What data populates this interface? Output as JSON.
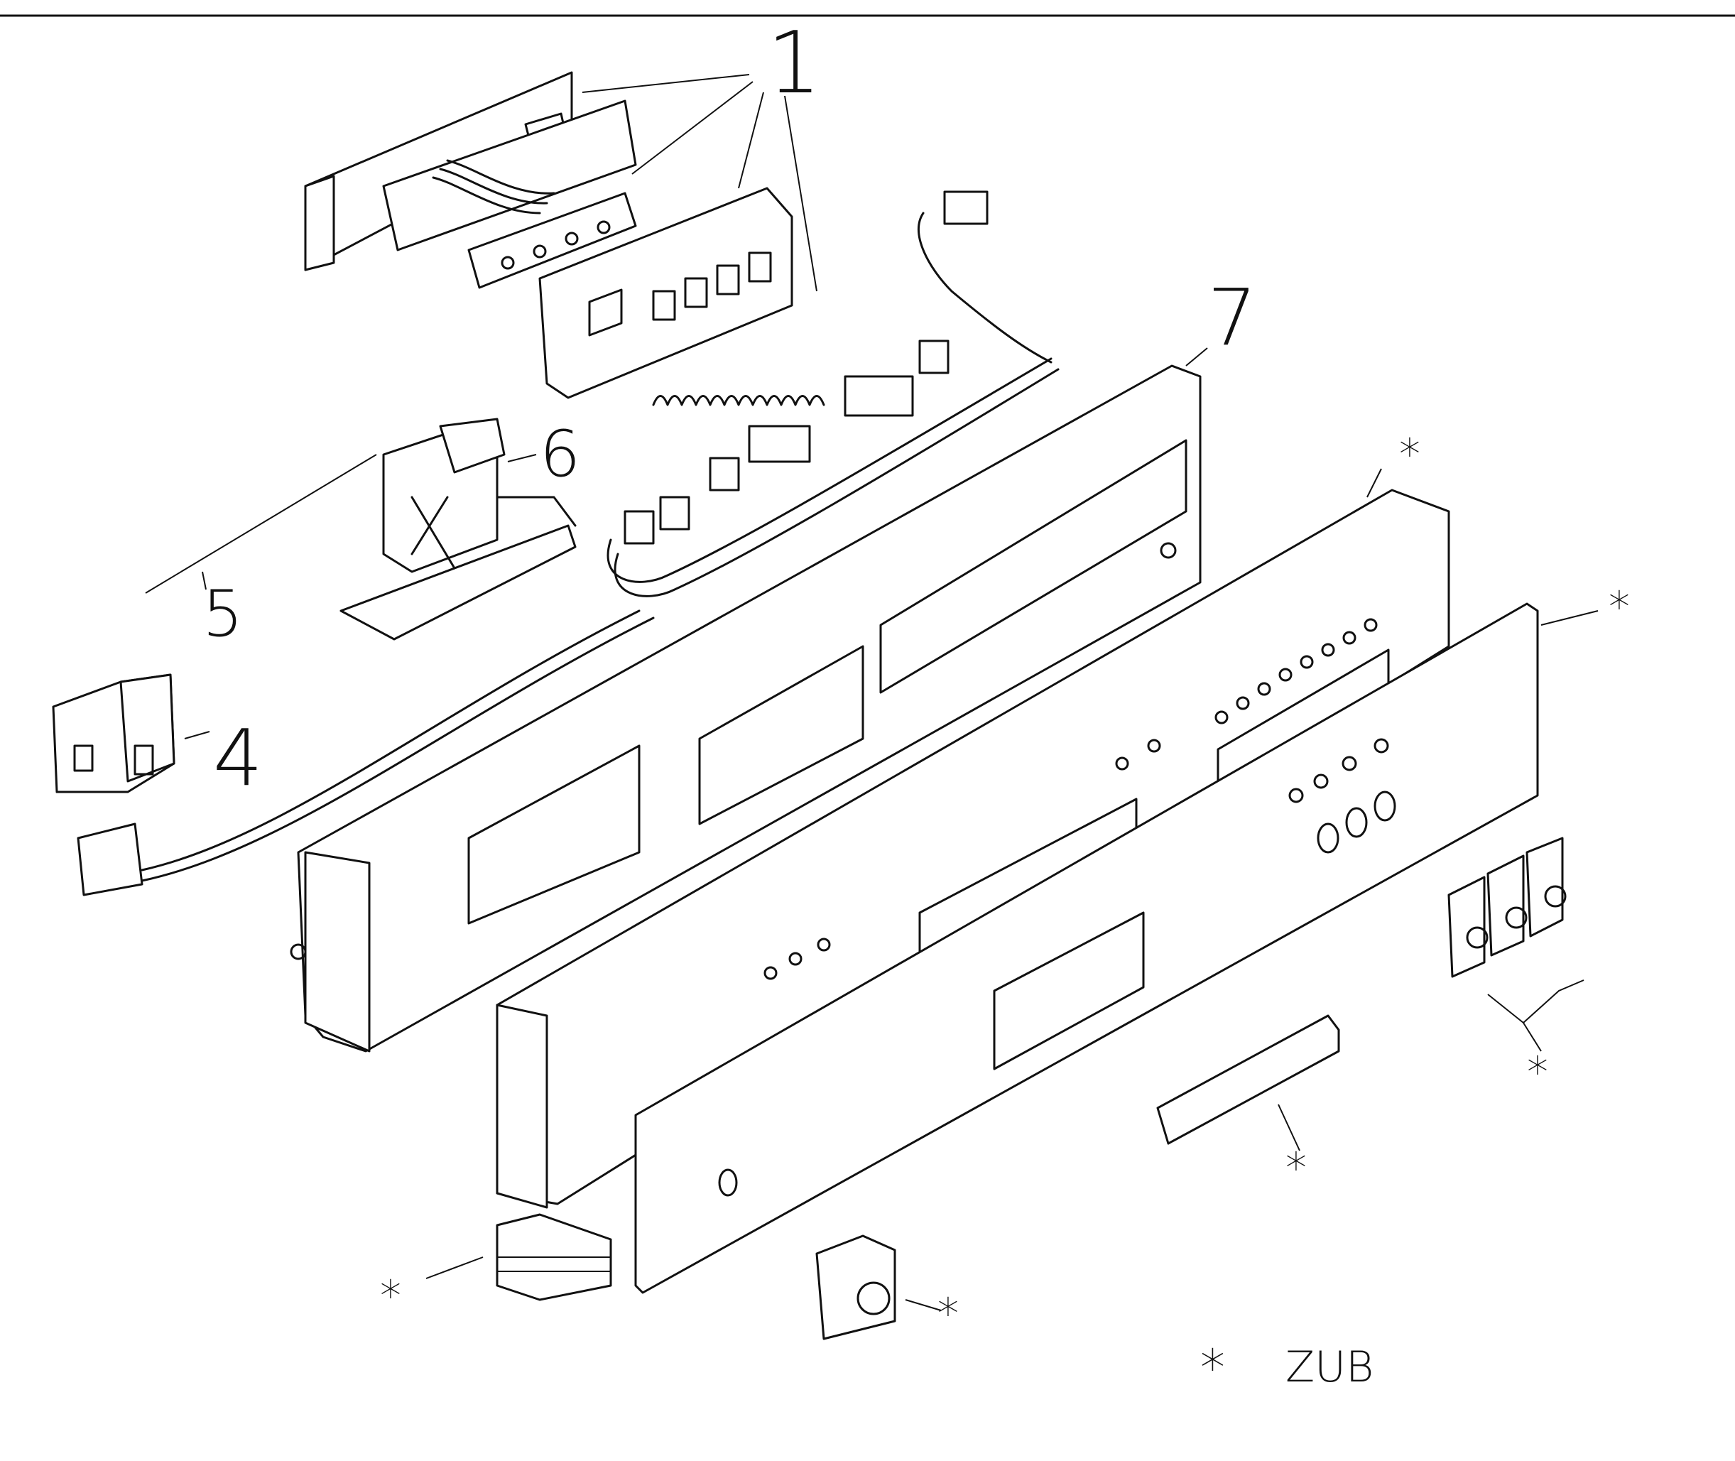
{
  "callouts": [
    {
      "id": "part-1",
      "label": "1"
    },
    {
      "id": "part-4",
      "label": "4"
    },
    {
      "id": "part-5",
      "label": "5"
    },
    {
      "id": "part-6",
      "label": "6"
    },
    {
      "id": "part-7",
      "label": "7"
    }
  ],
  "accessory_mark": "*",
  "legend": {
    "symbol": "*",
    "text": "ZUB"
  },
  "colors": {
    "line": "#111111",
    "background": "#ffffff"
  }
}
